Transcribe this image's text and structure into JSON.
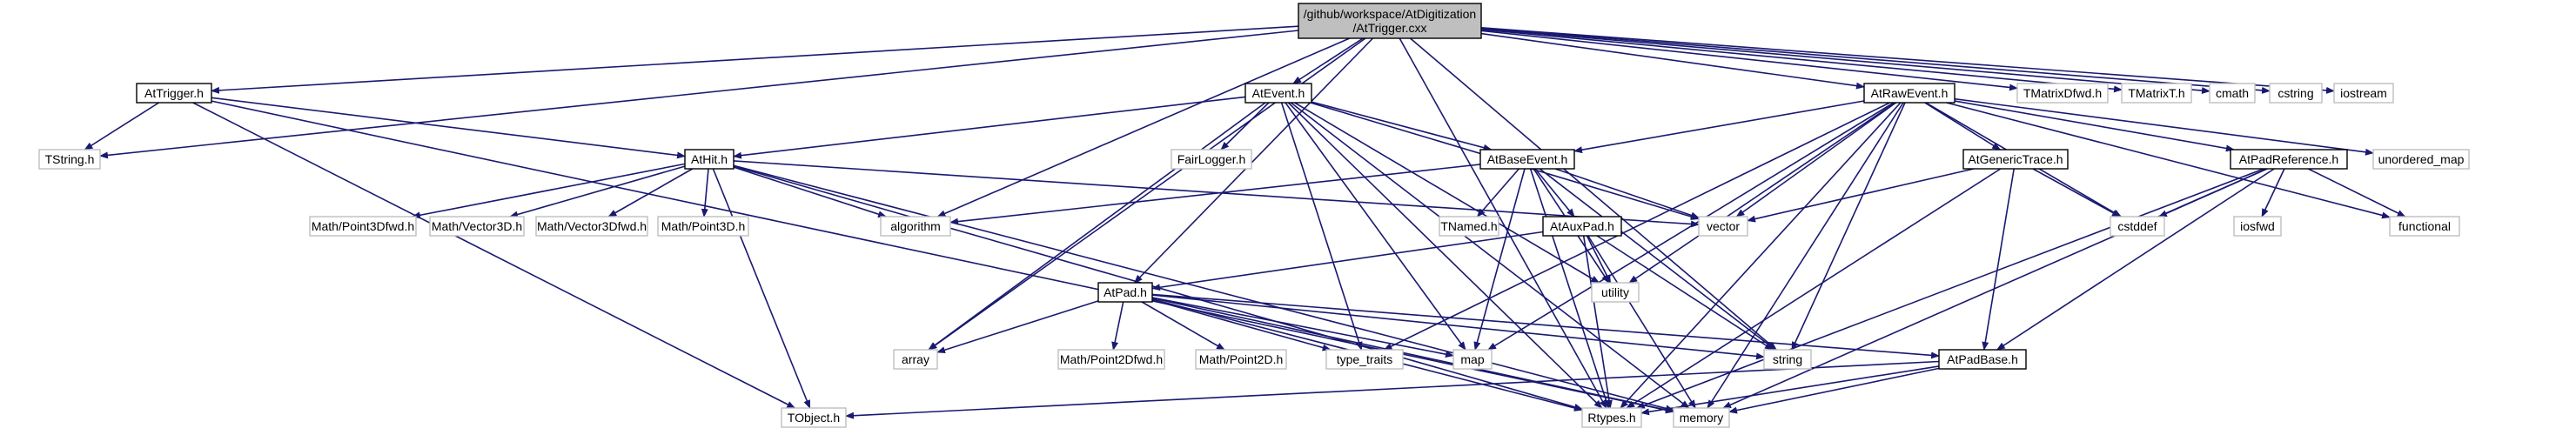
{
  "title": "",
  "colors": {
    "edge": "#191970",
    "project_border": "#000000",
    "external_border": "#bfbfbf",
    "root_fill": "#bfbfbf"
  },
  "nodes": [
    {
      "id": "root",
      "kind": "root",
      "lines": [
        "/github/workspace/AtDigitization",
        "/AtTrigger.cxx"
      ]
    },
    {
      "id": "attrigger",
      "kind": "project",
      "lines": [
        "AtTrigger.h"
      ]
    },
    {
      "id": "atevent",
      "kind": "project",
      "lines": [
        "AtEvent.h"
      ]
    },
    {
      "id": "atrawevent",
      "kind": "project",
      "lines": [
        "AtRawEvent.h"
      ]
    },
    {
      "id": "tmatrixdfwd",
      "kind": "external",
      "lines": [
        "TMatrixDfwd.h"
      ]
    },
    {
      "id": "tmatrixt",
      "kind": "external",
      "lines": [
        "TMatrixT.h"
      ]
    },
    {
      "id": "cmath",
      "kind": "external",
      "lines": [
        "cmath"
      ]
    },
    {
      "id": "cstring",
      "kind": "external",
      "lines": [
        "cstring"
      ]
    },
    {
      "id": "iostream",
      "kind": "external",
      "lines": [
        "iostream"
      ]
    },
    {
      "id": "tstring",
      "kind": "external",
      "lines": [
        "TString.h"
      ]
    },
    {
      "id": "athit",
      "kind": "project",
      "lines": [
        "AtHit.h"
      ]
    },
    {
      "id": "fairlogger",
      "kind": "external",
      "lines": [
        "FairLogger.h"
      ]
    },
    {
      "id": "atbaseevent",
      "kind": "project",
      "lines": [
        "AtBaseEvent.h"
      ]
    },
    {
      "id": "atgenerictrace",
      "kind": "project",
      "lines": [
        "AtGenericTrace.h"
      ]
    },
    {
      "id": "atpadreference",
      "kind": "project",
      "lines": [
        "AtPadReference.h"
      ]
    },
    {
      "id": "unordered_map",
      "kind": "external",
      "lines": [
        "unordered_map"
      ]
    },
    {
      "id": "mp3dfwd",
      "kind": "external",
      "lines": [
        "Math/Point3Dfwd.h"
      ]
    },
    {
      "id": "mv3d",
      "kind": "external",
      "lines": [
        "Math/Vector3D.h"
      ]
    },
    {
      "id": "mv3dfwd",
      "kind": "external",
      "lines": [
        "Math/Vector3Dfwd.h"
      ]
    },
    {
      "id": "mp3d",
      "kind": "external",
      "lines": [
        "Math/Point3D.h"
      ]
    },
    {
      "id": "algorithm",
      "kind": "external",
      "lines": [
        "algorithm"
      ]
    },
    {
      "id": "tnamed",
      "kind": "external",
      "lines": [
        "TNamed.h"
      ]
    },
    {
      "id": "vector",
      "kind": "external",
      "lines": [
        "vector"
      ]
    },
    {
      "id": "cstddef",
      "kind": "external",
      "lines": [
        "cstddef"
      ]
    },
    {
      "id": "iosfwd",
      "kind": "external",
      "lines": [
        "iosfwd"
      ]
    },
    {
      "id": "functional",
      "kind": "external",
      "lines": [
        "functional"
      ]
    },
    {
      "id": "ataux",
      "kind": "project",
      "lines": [
        "AtAuxPad.h"
      ]
    },
    {
      "id": "utility",
      "kind": "external",
      "lines": [
        "utility"
      ]
    },
    {
      "id": "atpad",
      "kind": "project",
      "lines": [
        "AtPad.h"
      ]
    },
    {
      "id": "array",
      "kind": "external",
      "lines": [
        "array"
      ]
    },
    {
      "id": "mp2dfwd",
      "kind": "external",
      "lines": [
        "Math/Point2Dfwd.h"
      ]
    },
    {
      "id": "mp2d",
      "kind": "external",
      "lines": [
        "Math/Point2D.h"
      ]
    },
    {
      "id": "type_traits",
      "kind": "external",
      "lines": [
        "type_traits"
      ]
    },
    {
      "id": "map",
      "kind": "external",
      "lines": [
        "map"
      ]
    },
    {
      "id": "string",
      "kind": "external",
      "lines": [
        "string"
      ]
    },
    {
      "id": "atpadbase",
      "kind": "project",
      "lines": [
        "AtPadBase.h"
      ]
    },
    {
      "id": "tobject",
      "kind": "external",
      "lines": [
        "TObject.h"
      ]
    },
    {
      "id": "rtypes",
      "kind": "external",
      "lines": [
        "Rtypes.h"
      ]
    },
    {
      "id": "memory",
      "kind": "external",
      "lines": [
        "memory"
      ]
    }
  ],
  "edges": [
    [
      "root",
      "attrigger"
    ],
    [
      "root",
      "atevent"
    ],
    [
      "root",
      "atrawevent"
    ],
    [
      "root",
      "tmatrixdfwd"
    ],
    [
      "root",
      "tmatrixt"
    ],
    [
      "root",
      "cmath"
    ],
    [
      "root",
      "cstring"
    ],
    [
      "root",
      "iostream"
    ],
    [
      "root",
      "tstring"
    ],
    [
      "root",
      "algorithm"
    ],
    [
      "root",
      "array"
    ],
    [
      "root",
      "atpad"
    ],
    [
      "root",
      "string"
    ],
    [
      "root",
      "rtypes"
    ],
    [
      "attrigger",
      "tstring"
    ],
    [
      "attrigger",
      "athit"
    ],
    [
      "attrigger",
      "tobject"
    ],
    [
      "attrigger",
      "memory"
    ],
    [
      "atevent",
      "athit"
    ],
    [
      "atevent",
      "fairlogger"
    ],
    [
      "atevent",
      "atbaseevent"
    ],
    [
      "atevent",
      "vector"
    ],
    [
      "atevent",
      "array"
    ],
    [
      "atevent",
      "utility"
    ],
    [
      "atevent",
      "type_traits"
    ],
    [
      "atevent",
      "map"
    ],
    [
      "atevent",
      "rtypes"
    ],
    [
      "atevent",
      "memory"
    ],
    [
      "athit",
      "mp3dfwd"
    ],
    [
      "athit",
      "mv3d"
    ],
    [
      "athit",
      "mv3dfwd"
    ],
    [
      "athit",
      "mp3d"
    ],
    [
      "athit",
      "algorithm"
    ],
    [
      "athit",
      "vector"
    ],
    [
      "athit",
      "tobject"
    ],
    [
      "athit",
      "rtypes"
    ],
    [
      "athit",
      "memory"
    ],
    [
      "atbaseevent",
      "algorithm"
    ],
    [
      "atbaseevent",
      "tnamed"
    ],
    [
      "atbaseevent",
      "vector"
    ],
    [
      "atbaseevent",
      "ataux"
    ],
    [
      "atbaseevent",
      "utility"
    ],
    [
      "atbaseevent",
      "map"
    ],
    [
      "atbaseevent",
      "string"
    ],
    [
      "atbaseevent",
      "rtypes"
    ],
    [
      "atrawevent",
      "atbaseevent"
    ],
    [
      "atrawevent",
      "atgenerictrace"
    ],
    [
      "atrawevent",
      "atpadreference"
    ],
    [
      "atrawevent",
      "unordered_map"
    ],
    [
      "atrawevent",
      "vector"
    ],
    [
      "atrawevent",
      "utility"
    ],
    [
      "atrawevent",
      "cstddef"
    ],
    [
      "atrawevent",
      "functional"
    ],
    [
      "atrawevent",
      "type_traits"
    ],
    [
      "atrawevent",
      "map"
    ],
    [
      "atrawevent",
      "string"
    ],
    [
      "atrawevent",
      "rtypes"
    ],
    [
      "atrawevent",
      "memory"
    ],
    [
      "atgenerictrace",
      "vector"
    ],
    [
      "atgenerictrace",
      "cstddef"
    ],
    [
      "atgenerictrace",
      "atpadbase"
    ],
    [
      "atgenerictrace",
      "rtypes"
    ],
    [
      "atpadreference",
      "cstddef"
    ],
    [
      "atpadreference",
      "iosfwd"
    ],
    [
      "atpadreference",
      "functional"
    ],
    [
      "atpadreference",
      "atpadbase"
    ],
    [
      "atpadreference",
      "rtypes"
    ],
    [
      "atpadreference",
      "memory"
    ],
    [
      "ataux",
      "atpad"
    ],
    [
      "ataux",
      "utility"
    ],
    [
      "ataux",
      "string"
    ],
    [
      "ataux",
      "rtypes"
    ],
    [
      "ataux",
      "memory"
    ],
    [
      "atpad",
      "array"
    ],
    [
      "atpad",
      "mp2dfwd"
    ],
    [
      "atpad",
      "mp2d"
    ],
    [
      "atpad",
      "type_traits"
    ],
    [
      "atpad",
      "map"
    ],
    [
      "atpad",
      "string"
    ],
    [
      "atpad",
      "atpadbase"
    ],
    [
      "atpad",
      "rtypes"
    ],
    [
      "atpad",
      "memory"
    ],
    [
      "atpadbase",
      "tobject"
    ],
    [
      "atpadbase",
      "rtypes"
    ],
    [
      "atpadbase",
      "memory"
    ]
  ]
}
